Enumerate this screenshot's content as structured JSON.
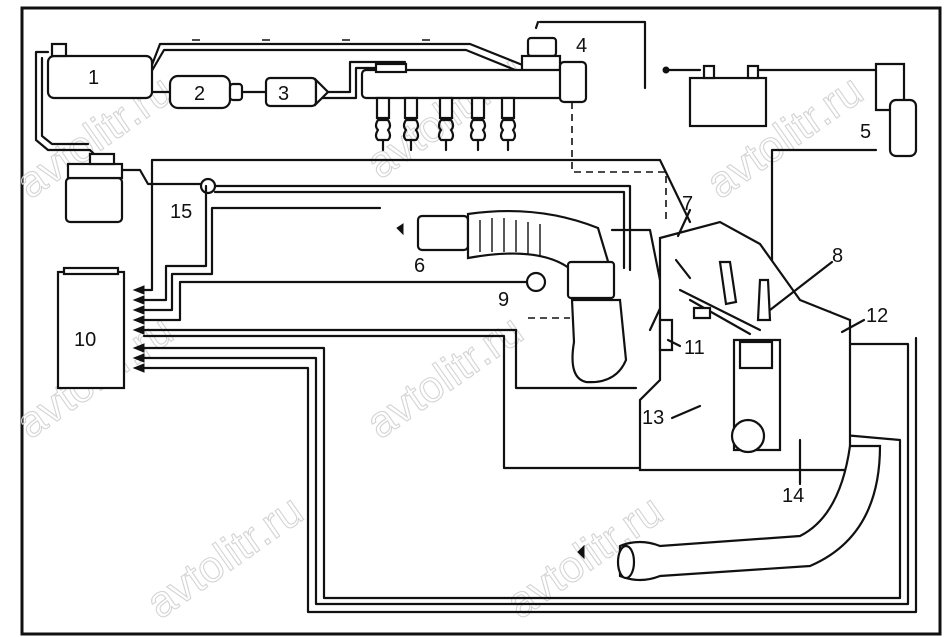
{
  "watermark": "avtolitr.ru",
  "labels": {
    "l1": "1",
    "l2": "2",
    "l3": "3",
    "l4": "4",
    "l5": "5",
    "l6": "6",
    "l7": "7",
    "l8": "8",
    "l9": "9",
    "l10": "10",
    "l11": "11",
    "l12": "12",
    "l13": "13",
    "l14": "14",
    "l15": "15"
  }
}
